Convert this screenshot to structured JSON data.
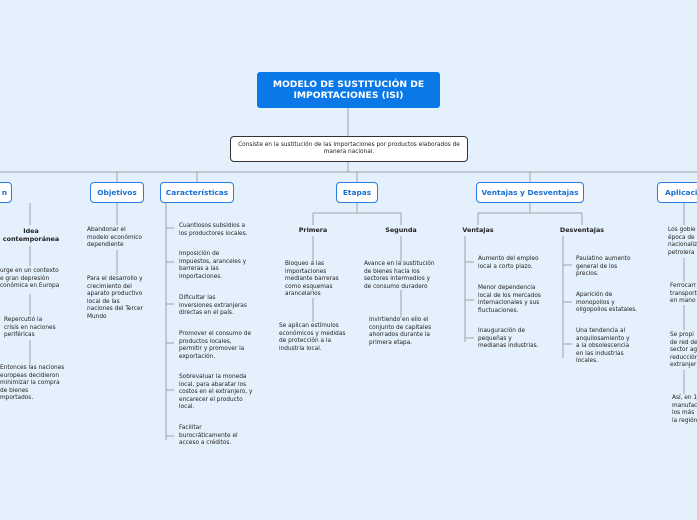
{
  "root": "MODELO DE SUSTITUCIÓN DE IMPORTACIONES (ISI)",
  "definition": "Consiste en la sustitución de las importaciones por productos elaborados de manera nacional.",
  "categories": {
    "origen": "n",
    "objetivos": "Objetivos",
    "caracteristicas": "Características",
    "etapas": "Etapas",
    "ventajas_desventajas": "Ventajas y Desventajas",
    "aplicacion": "Aplicacio"
  },
  "origen": {
    "idea_title": "Idea\ncontemporánea",
    "items": [
      "urge en un contexto\ne gran depresión\nconómica en Europa",
      "Repercutió la\ncrisis en naciones\nperiféricas",
      "Entonces las naciones\neuropeas decidieron\nminimizar la compra\nde bienes\nmportados."
    ]
  },
  "objetivos": {
    "items": [
      "Abandonar el\nmodelo económico\ndependiente",
      "Para el desarrollo y\ncrecimiento del\naparato productivo\nlocal de las\nnaciones del Tercer\nMundo"
    ]
  },
  "caracteristicas": {
    "items": [
      "Cuantiosos subsidios a\nlos productores locales.",
      "Imposición de\nimpuestos, aranceles y\nbarreras a las\nimportaciones.",
      "Dificultar las\ninversiones extranjeras\ndirectas en el país.",
      "Promover el consumo de\nproductos locales,\npermitir y promover la\nexportación.",
      "Sobrevaluar la moneda\nlocal, para abaratar los\ncostos en el extranjero, y\nencarecer el producto\nlocal.",
      "Facilitar\nburocráticamente el\nacceso a créditos."
    ]
  },
  "etapas": {
    "primera": {
      "title": "Primera",
      "items": [
        "Bloqueo a las\nimportaciones\nmediante barreras\ncomo esquemas\narancelarios",
        "Se aplican estímulos\neconómicos y medidas\nde protección a la\nindustria local."
      ]
    },
    "segunda": {
      "title": "Segunda",
      "items": [
        "Avance en la sustitución\nde bienes hacia los\nsectores intermedios y\nde consumo duradero",
        "Invirtiendo en ello el\nconjunto de capitales\nahorrados durante la\nprimera etapa."
      ]
    }
  },
  "ventajas": {
    "title": "Ventajas",
    "items": [
      "Aumento del empleo\nlocal a corto plazo.",
      "Menor dependencia\nlocal de los mercados\ninternacionales y sus\nfluctuaciones.",
      "Inauguración de\npequeñas y\nmedianas industrias."
    ]
  },
  "desventajas": {
    "title": "Desventajas",
    "items": [
      "Paulatino aumento\ngeneral de los\nprecios.",
      "Aparición de\nmonopolios y\noligopolios estatales.",
      "Una tendencia al\nanquilosamiento y\na la obsolescencia\nen las industrias\nlocales."
    ]
  },
  "aplicacion": {
    "items": [
      "Los gobie\népoca de\nnacionaliz\npetrolera",
      "Ferrocarr\ntransport\nen mano",
      "Se propi\nde red de\nsector ag\nreducción\nextranjer",
      "Así, en 1\nmanufac\nlos más\nla región"
    ]
  },
  "colors": {
    "background": "#e4f0fb",
    "root_fill": "#0a78e6",
    "category_border": "#2a7de1",
    "line": "#9aa3ab"
  }
}
